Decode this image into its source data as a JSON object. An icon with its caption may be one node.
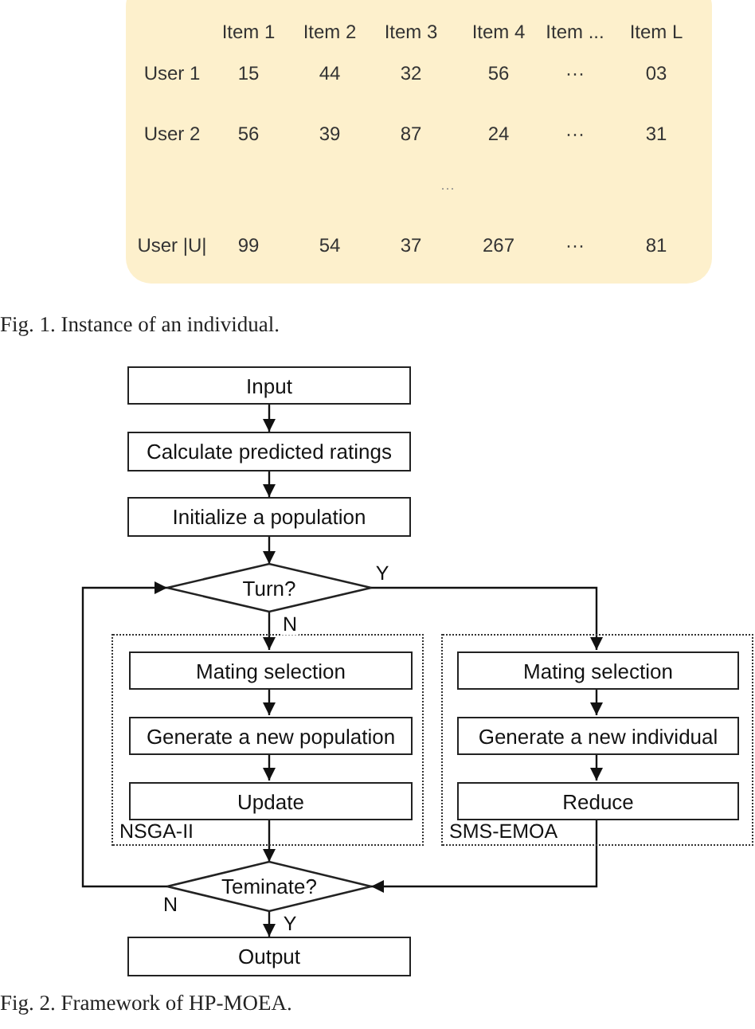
{
  "diagram": {
    "nodes": [
      {
        "text": [
          "Item 1",
          "Item 2",
          "Item 3",
          "Item 4",
          "Item ...",
          "Item L",
          "User 1",
          "15",
          "44",
          "32",
          "56",
          "···",
          "03",
          "User 2",
          "56",
          "39",
          "87",
          "24",
          "···",
          "31",
          "···",
          "User |U|",
          "99",
          "54",
          "37",
          "267",
          "···",
          "81"
        ]
      },
      {
        "text": [
          "Input"
        ]
      },
      {
        "text": [
          "Calculate predicted ratings"
        ]
      },
      {
        "text": [
          "Initialize a population"
        ]
      },
      {
        "text": [
          "Turn?"
        ]
      },
      {
        "text": [
          "NSGA-II"
        ]
      },
      {
        "text": [
          "Mating selection"
        ],
        "in": 5
      },
      {
        "text": [
          "Generate a new population"
        ],
        "in": 5
      },
      {
        "text": [
          "Update"
        ],
        "in": 5
      },
      {
        "text": [
          "SMS-EMOA"
        ]
      },
      {
        "text": [
          "Mating selection"
        ],
        "in": 9
      },
      {
        "text": [
          "Generate a new individual"
        ],
        "in": 9
      },
      {
        "text": [
          "Reduce"
        ],
        "in": 9
      },
      {
        "text": [
          "Teminate?"
        ]
      },
      {
        "text": [
          "Output"
        ]
      }
    ],
    "edges": [
      {
        "from": 1,
        "to": 2,
        "arrow": "to"
      },
      {
        "from": 2,
        "to": 3,
        "arrow": "to"
      },
      {
        "from": 3,
        "to": 4,
        "arrow": "to"
      },
      {
        "from": 4,
        "to": 6,
        "arrow": "to",
        "label": "N"
      },
      {
        "from": 4,
        "to": 10,
        "arrow": "to",
        "label": "Y"
      },
      {
        "from": 6,
        "to": 7,
        "arrow": "to"
      },
      {
        "from": 7,
        "to": 8,
        "arrow": "to"
      },
      {
        "from": 8,
        "to": 13,
        "arrow": "to"
      },
      {
        "from": 10,
        "to": 11,
        "arrow": "to"
      },
      {
        "from": 11,
        "to": 12,
        "arrow": "to"
      },
      {
        "from": 12,
        "to": 13,
        "arrow": "to"
      },
      {
        "from": 13,
        "to": 4,
        "arrow": "to",
        "label": "N"
      },
      {
        "from": 13,
        "to": 14,
        "arrow": "to",
        "label": "Y"
      }
    ],
    "labels": [
      "Fig. 1. Instance of an individual.",
      "Fig. 2. Framework of HP-MOEA."
    ]
  }
}
